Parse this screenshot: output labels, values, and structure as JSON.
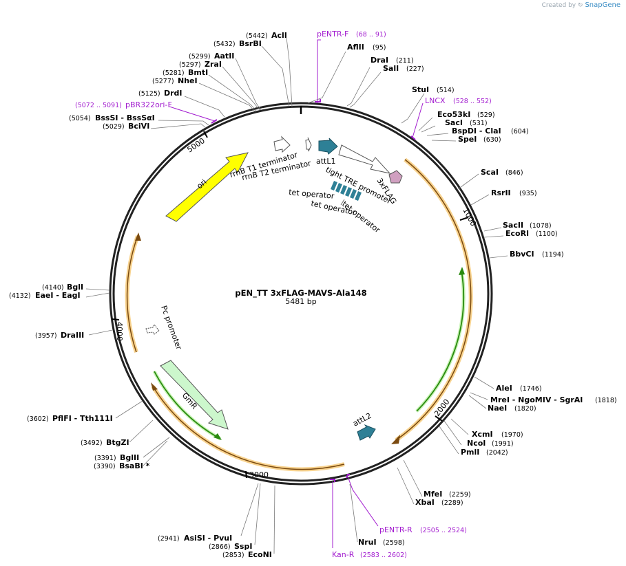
{
  "credit": {
    "prefix": "Created by",
    "brand": "SnapGene"
  },
  "plasmid": {
    "name": "pEN_TT 3xFLAG-MAVS-Ala148",
    "size": "5481 bp"
  },
  "ticks": [
    "1000",
    "2000",
    "3000",
    "4000",
    "5000"
  ],
  "enzymes_right": [
    {
      "name": "AflII",
      "pos": "(95)"
    },
    {
      "name": "DraI",
      "pos": "(211)"
    },
    {
      "name": "SalI",
      "pos": "(227)"
    },
    {
      "name": "StuI",
      "pos": "(514)"
    },
    {
      "name": "Eco53kI",
      "pos": "(529)"
    },
    {
      "name": "SacI",
      "pos": "(531)"
    },
    {
      "name": "BspDI - ClaI",
      "pos": "(604)"
    },
    {
      "name": "SpeI",
      "pos": "(630)"
    },
    {
      "name": "ScaI",
      "pos": "(846)"
    },
    {
      "name": "RsrII",
      "pos": "(935)"
    },
    {
      "name": "SacII",
      "pos": "(1078)"
    },
    {
      "name": "EcoRI",
      "pos": "(1100)"
    },
    {
      "name": "BbvCI",
      "pos": "(1194)"
    },
    {
      "name": "AleI",
      "pos": "(1746)"
    },
    {
      "name": "MreI - NgoMIV - SgrAI",
      "pos": "(1818)"
    },
    {
      "name": "NaeI",
      "pos": "(1820)"
    },
    {
      "name": "XcmI",
      "pos": "(1970)"
    },
    {
      "name": "NcoI",
      "pos": "(1991)"
    },
    {
      "name": "PmlI",
      "pos": "(2042)"
    },
    {
      "name": "MfeI",
      "pos": "(2259)"
    },
    {
      "name": "XbaI",
      "pos": "(2289)"
    },
    {
      "name": "NruI",
      "pos": "(2598)"
    }
  ],
  "enzymes_left": [
    {
      "name": "AclI",
      "pos": "(5442)"
    },
    {
      "name": "BsrBI",
      "pos": "(5432)"
    },
    {
      "name": "AatII",
      "pos": "(5299)"
    },
    {
      "name": "ZraI",
      "pos": "(5297)"
    },
    {
      "name": "BmtI",
      "pos": "(5281)"
    },
    {
      "name": "NheI",
      "pos": "(5277)"
    },
    {
      "name": "DrdI",
      "pos": "(5125)"
    },
    {
      "name": "BssSI - BssSαI",
      "pos": "(5054)"
    },
    {
      "name": "BciVI",
      "pos": "(5029)"
    },
    {
      "name": "BglI",
      "pos": "(4140)"
    },
    {
      "name": "EaeI - EagI",
      "pos": "(4132)"
    },
    {
      "name": "DraIII",
      "pos": "(3957)"
    },
    {
      "name": "PflFI - Tth111I",
      "pos": "(3602)"
    },
    {
      "name": "BtgZI",
      "pos": "(3492)"
    },
    {
      "name": "BglII",
      "pos": "(3391)"
    },
    {
      "name": "BsaBI *",
      "pos": "(3390)"
    },
    {
      "name": "AsiSI - PvuI",
      "pos": "(2941)"
    },
    {
      "name": "SspI",
      "pos": "(2866)"
    },
    {
      "name": "EcoNI",
      "pos": "(2853)"
    }
  ],
  "primers": [
    {
      "name": "pENTR-F",
      "pos": "(68 .. 91)"
    },
    {
      "name": "LNCX",
      "pos": "(528 .. 552)"
    },
    {
      "name": "pBR322ori-F",
      "pos": "(5072 .. 5091)"
    },
    {
      "name": "pENTR-R",
      "pos": "(2505 .. 2524)"
    },
    {
      "name": "Kan-R",
      "pos": "(2583 .. 2602)"
    }
  ],
  "features": {
    "ori": "ori",
    "gmr": "GmR",
    "rrnb_t1": "rrnB T1 terminator",
    "rrnb_t2": "rrnB T2 terminator",
    "attl1": "attL1",
    "attl2": "attL2",
    "tre": "tight TRE promoter",
    "flag": "3xFLAG",
    "tetop1": "tet operator",
    "tetop2": "tet operator",
    "tetop3": "tet operator",
    "pc": "Pc promoter"
  },
  "colors": {
    "ori": "#ffff00",
    "gmr": "#ccf7cc",
    "attl": "#2e8096",
    "flag": "#d0a0c0",
    "orf_outline": "#f5c060",
    "orf_line": "#7a4a10",
    "green_orf": "#2a8a10",
    "primer": "#a21ccf",
    "backbone": "#222222"
  }
}
